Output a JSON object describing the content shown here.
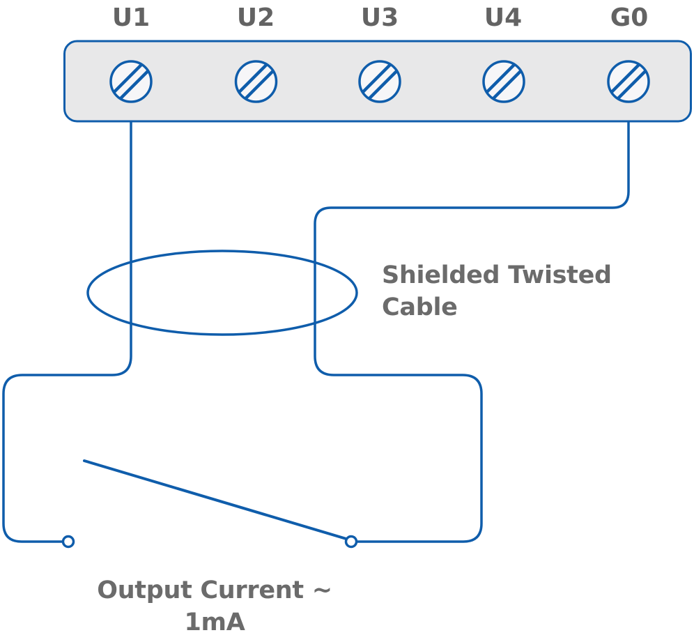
{
  "terminals": [
    {
      "label": "U1"
    },
    {
      "label": "U2"
    },
    {
      "label": "U3"
    },
    {
      "label": "U4"
    },
    {
      "label": "G0"
    }
  ],
  "annotations": {
    "cable_label": "Shielded Twisted Cable",
    "output_label": "Output Current ~ 1mA"
  },
  "colors": {
    "wire-blue": "#0f5dab",
    "block-fill": "#e8e8e9",
    "screw-fill": "#f6f6f8",
    "terminal-label-gray": "#636363",
    "annotation-gray": "#6b6b6b"
  }
}
